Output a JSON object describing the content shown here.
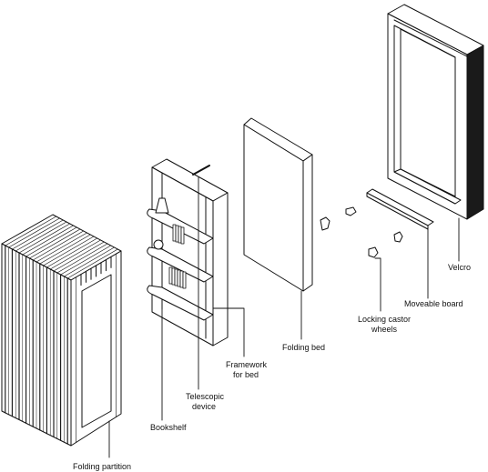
{
  "labels": {
    "folding_partition": "Folding partition",
    "bookshelf": "Bookshelf",
    "telescopic_device": "Telescopic\ndevice",
    "framework_for_bed": "Framework\nfor bed",
    "folding_bed": "Folding bed",
    "locking_castor_wheels": "Locking castor\nwheels",
    "moveable_board": "Moveable board",
    "velcro": "Velcro"
  },
  "colors": {
    "line": "#111111",
    "fill": "#ffffff",
    "dark": "#1a1a1a"
  }
}
